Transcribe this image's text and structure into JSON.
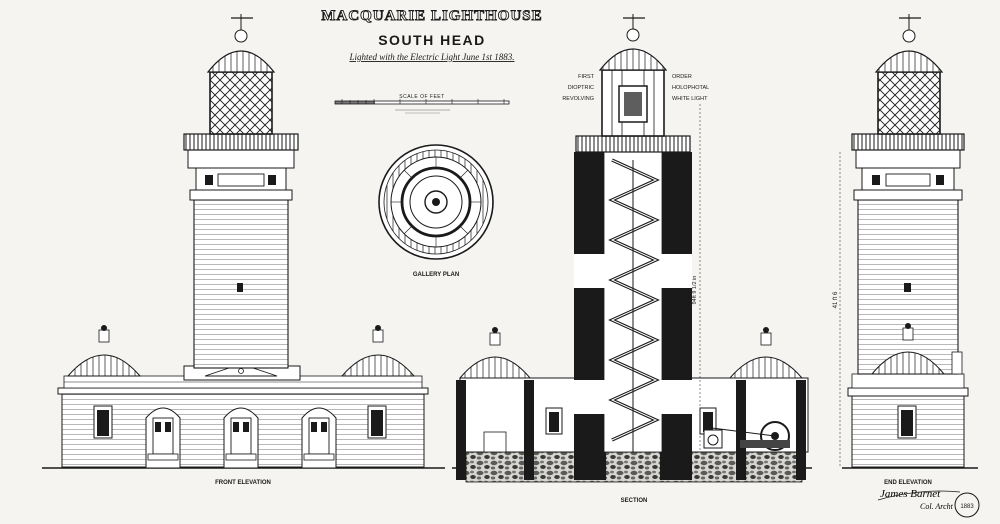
{
  "header": {
    "title": "MACQUARIE LIGHTHOUSE",
    "subtitle": "SOUTH HEAD",
    "note": "Lighted with the Electric Light June 1st 1883."
  },
  "scale": {
    "label": "SCALE OF FEET"
  },
  "views": {
    "front_elevation": "FRONT ELEVATION",
    "gallery_plan": "GALLERY PLAN",
    "section": "SECTION",
    "end_elevation": "END ELEVATION"
  },
  "light_note": {
    "left": [
      "FIRST",
      "DIOPTRIC",
      "REVOLVING"
    ],
    "right": [
      "ORDER",
      "HOLOPHOTAL",
      "WHITE LIGHT"
    ]
  },
  "dimensions": {
    "section_height": "94ft 9 1/2 in",
    "end_height": "41 ft 6"
  },
  "signature": {
    "name": "James Barnet",
    "title": "Col. Archt",
    "stamp": "1883"
  },
  "colors": {
    "ink": "#1a1a1a",
    "paper": "#f5f4f0",
    "wall": "#ffffff"
  }
}
